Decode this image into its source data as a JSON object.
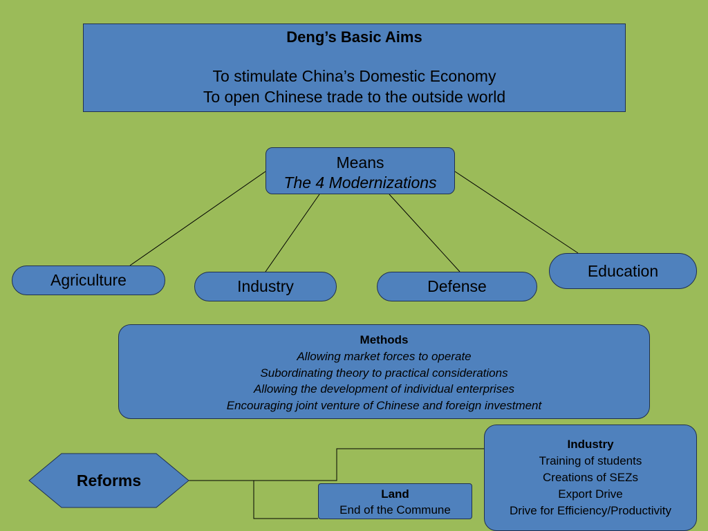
{
  "aims": {
    "title": "Deng’s Basic Aims",
    "lines": [
      "To stimulate China’s Domestic Economy",
      "To open Chinese trade to the outside world"
    ]
  },
  "means": {
    "line1": "Means",
    "line2": "The 4 Modernizations"
  },
  "modernizations": {
    "agriculture": "Agriculture",
    "industry": "Industry",
    "defense": "Defense",
    "education": "Education"
  },
  "methods": {
    "title": "Methods",
    "items": [
      "Allowing market forces to operate",
      "Subordinating theory to practical considerations",
      "Allowing the development of individual enterprises",
      "Encouraging joint venture of Chinese and foreign investment"
    ]
  },
  "reforms": {
    "label": "Reforms"
  },
  "industry_reform": {
    "title": "Industry",
    "items": [
      "Training of students",
      "Creations of SEZs",
      "Export Drive",
      "Drive for Efficiency/Productivity"
    ]
  },
  "land_reform": {
    "title": "Land",
    "item": "End of the Commune"
  },
  "colors": {
    "background": "#9bbb59",
    "box_fill": "#4f81bd",
    "border": "#1f2f4f",
    "line": "#000000"
  }
}
